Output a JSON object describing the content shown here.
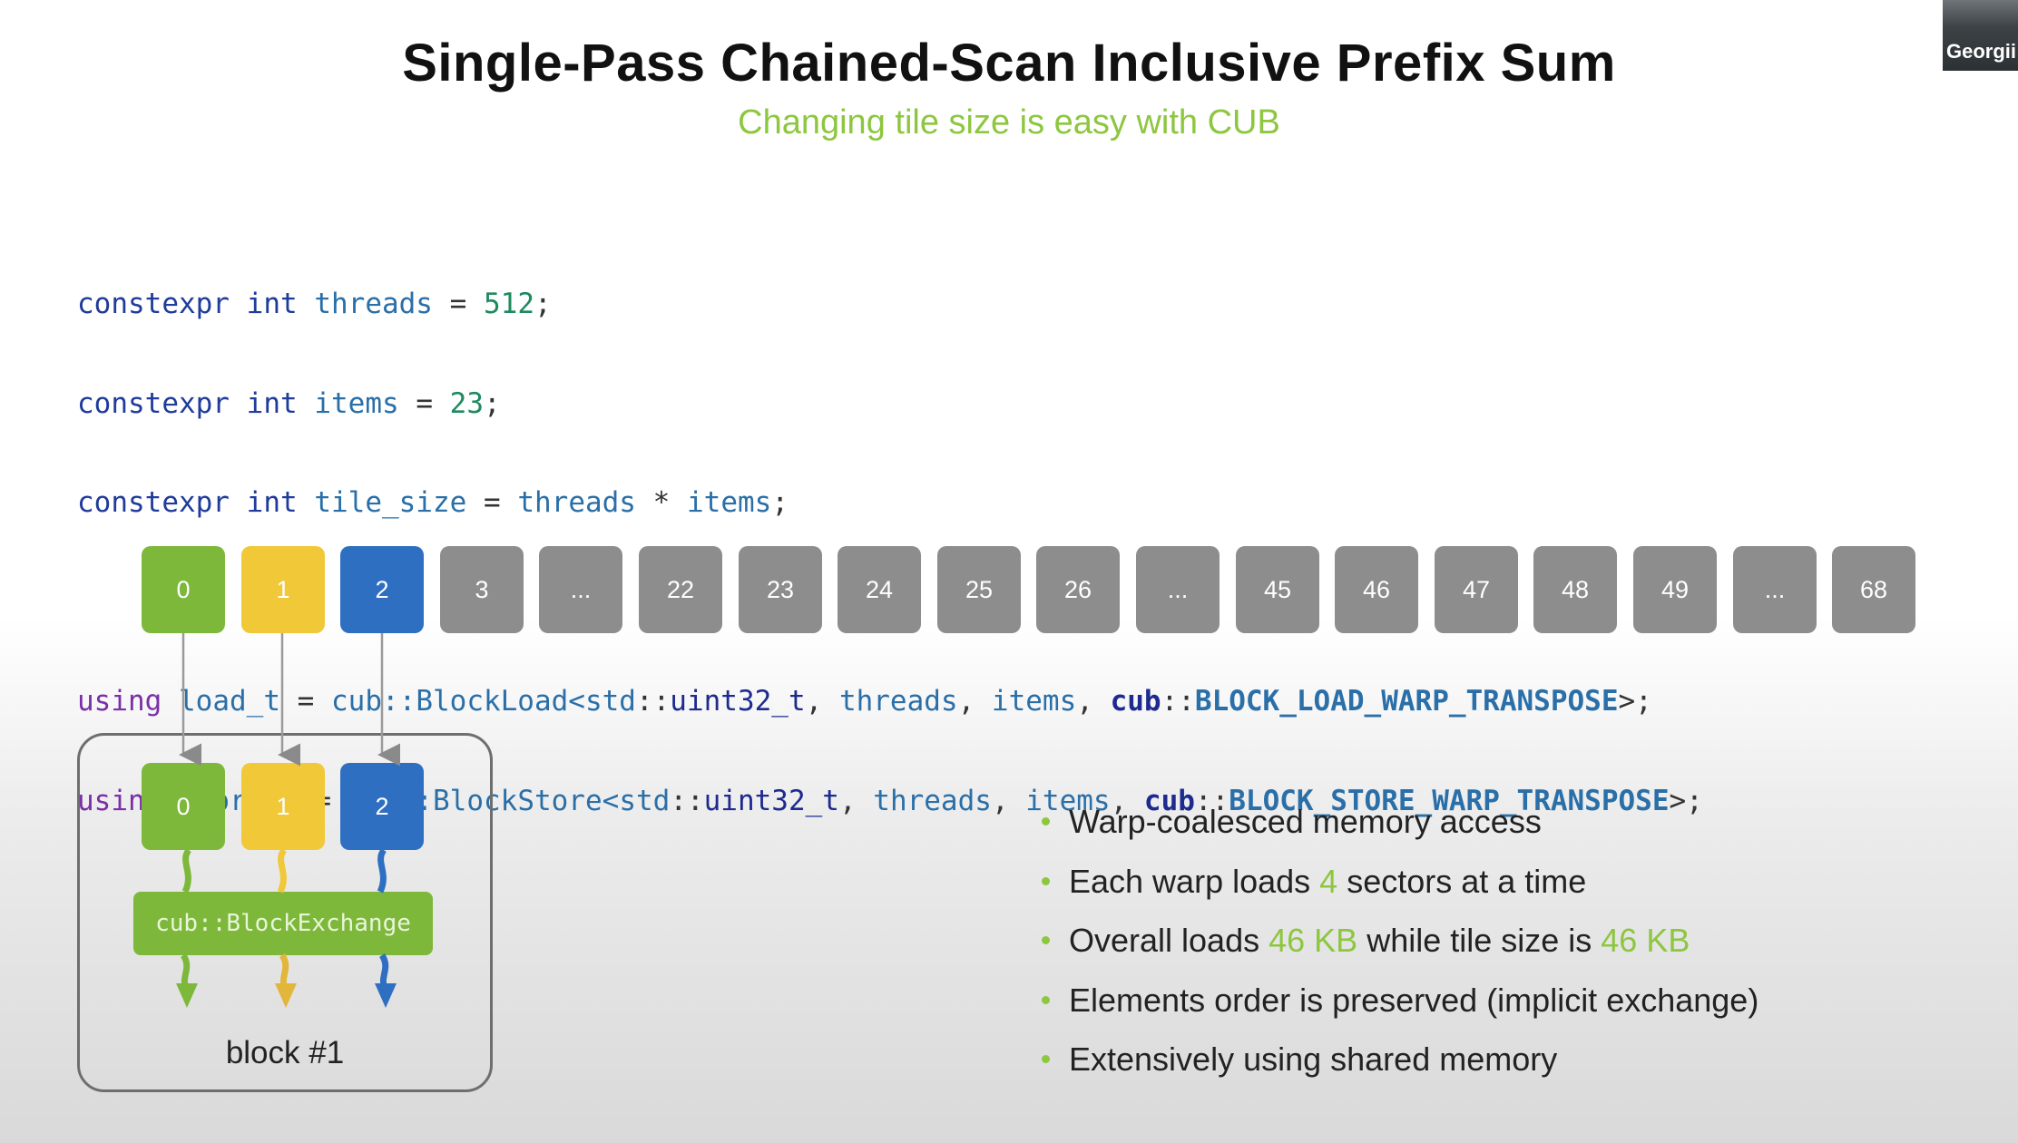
{
  "title": "Single-Pass Chained-Scan Inclusive Prefix Sum",
  "subtitle": "Changing tile size is easy with CUB",
  "participant_name": "Georgii",
  "code": {
    "line1": {
      "kw": "constexpr",
      "type": "int",
      "name": "threads",
      "eq": "=",
      "value": "512",
      "semi": ";"
    },
    "line2": {
      "kw": "constexpr",
      "type": "int",
      "name": "items",
      "eq": "=",
      "value": "23",
      "semi": ";"
    },
    "line3": {
      "kw": "constexpr",
      "type": "int",
      "name": "tile_size",
      "eq": "=",
      "a": "threads",
      "op": "*",
      "b": "items",
      "semi": ";"
    },
    "line4": {
      "kw": "using",
      "name": "load_t",
      "eq": "=",
      "ns": "cub",
      "cls": "::BlockLoad<",
      "std": "std",
      "stdtype": "uint32_t",
      "arg1": "threads",
      "arg2": "items",
      "ns2": "cub",
      "enum": "BLOCK_LOAD_WARP_TRANSPOSE",
      "close": ">;"
    },
    "line5": {
      "kw": "using",
      "name": "store_t",
      "eq": "=",
      "ns": "cub",
      "cls": "::BlockStore<",
      "std": "std",
      "stdtype": "uint32_t",
      "arg1": "threads",
      "arg2": "items",
      "ns2": "cub",
      "enum": "BLOCK_STORE_WARP_TRANSPOSE",
      "close": ">;"
    }
  },
  "tiles": [
    "0",
    "1",
    "2",
    "3",
    "...",
    "22",
    "23",
    "24",
    "25",
    "26",
    "...",
    "45",
    "46",
    "47",
    "48",
    "49",
    "...",
    "68"
  ],
  "tile_colors": [
    "#7db83a",
    "#f0c838",
    "#2f6fc2",
    "#8d8d8d"
  ],
  "block": {
    "cells": [
      "0",
      "1",
      "2"
    ],
    "exchange_label": "cub::BlockExchange",
    "label": "block #1"
  },
  "bullets": [
    {
      "parts": [
        {
          "text": "Warp-coalesced memory access"
        }
      ]
    },
    {
      "parts": [
        {
          "text": "Each warp loads "
        },
        {
          "text": "4",
          "hl": true
        },
        {
          "text": " sectors at a time"
        }
      ]
    },
    {
      "parts": [
        {
          "text": "Overall loads "
        },
        {
          "text": "46 KB",
          "hl": true
        },
        {
          "text": " while tile size is "
        },
        {
          "text": "46 KB",
          "hl": true
        }
      ]
    },
    {
      "parts": [
        {
          "text": "Elements order is preserved (implicit exchange)"
        }
      ]
    },
    {
      "parts": [
        {
          "text": "Extensively using shared memory"
        }
      ]
    }
  ],
  "accent_color": "#8dc63f"
}
